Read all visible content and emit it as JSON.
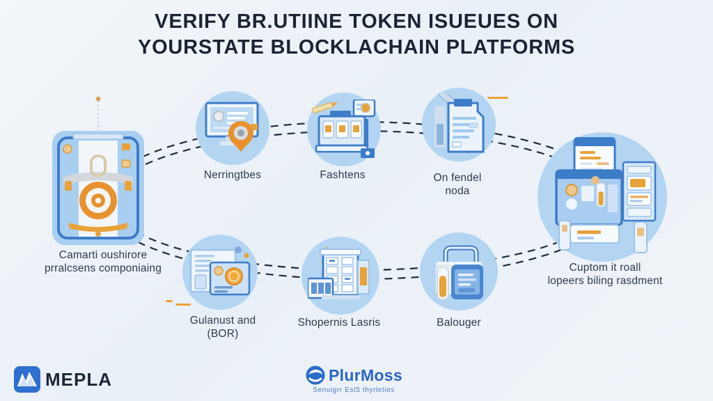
{
  "title": {
    "text": "VERIFY BR.UTIINE TOKEN ISUEUES ON\nYOURSTATE BLOCKLACHAIN PLATFORMS"
  },
  "left_device": {
    "icon": "tablet-dial-device-icon",
    "label": "Camarti oushirore\nprralcsens componiaing"
  },
  "nodes": [
    {
      "icon": "monitor-location-pin-icon",
      "label": "Nerringtbes"
    },
    {
      "icon": "ticket-machine-icon",
      "label": "Fashtens"
    },
    {
      "icon": "document-pen-icon",
      "label": "On fendel\nnoda"
    },
    {
      "icon": "browser-coin-icon",
      "label": "Gulanust and\n(BOR)"
    },
    {
      "icon": "storage-cabinet-icon",
      "label": "Shopernis Lasris"
    },
    {
      "icon": "analyzer-case-vial-icon",
      "label": "Balouger"
    }
  ],
  "right_node": {
    "icon": "mobile-billing-screens-icon",
    "label": "Cuptom it roall\nlopeers biling rasdment"
  },
  "footer": {
    "mepla_name": "MEPLA",
    "plurmoss_name": "PlurMoss",
    "plurmoss_tagline": "Senuigrr Est5 thyrleties"
  },
  "colors": {
    "background": "#eff3f8",
    "title_text": "#1c2433",
    "label_text": "#2e3a4a",
    "node_circle_fill": "#b3d5f2",
    "flow_line": "#1e2b3a",
    "accent_orange": "#e8922f",
    "illustration_blue": "#3d7cc9",
    "mepla_logo_blue": "#2f6fd0",
    "plurmoss_logo_blue": "#2a66c5"
  }
}
